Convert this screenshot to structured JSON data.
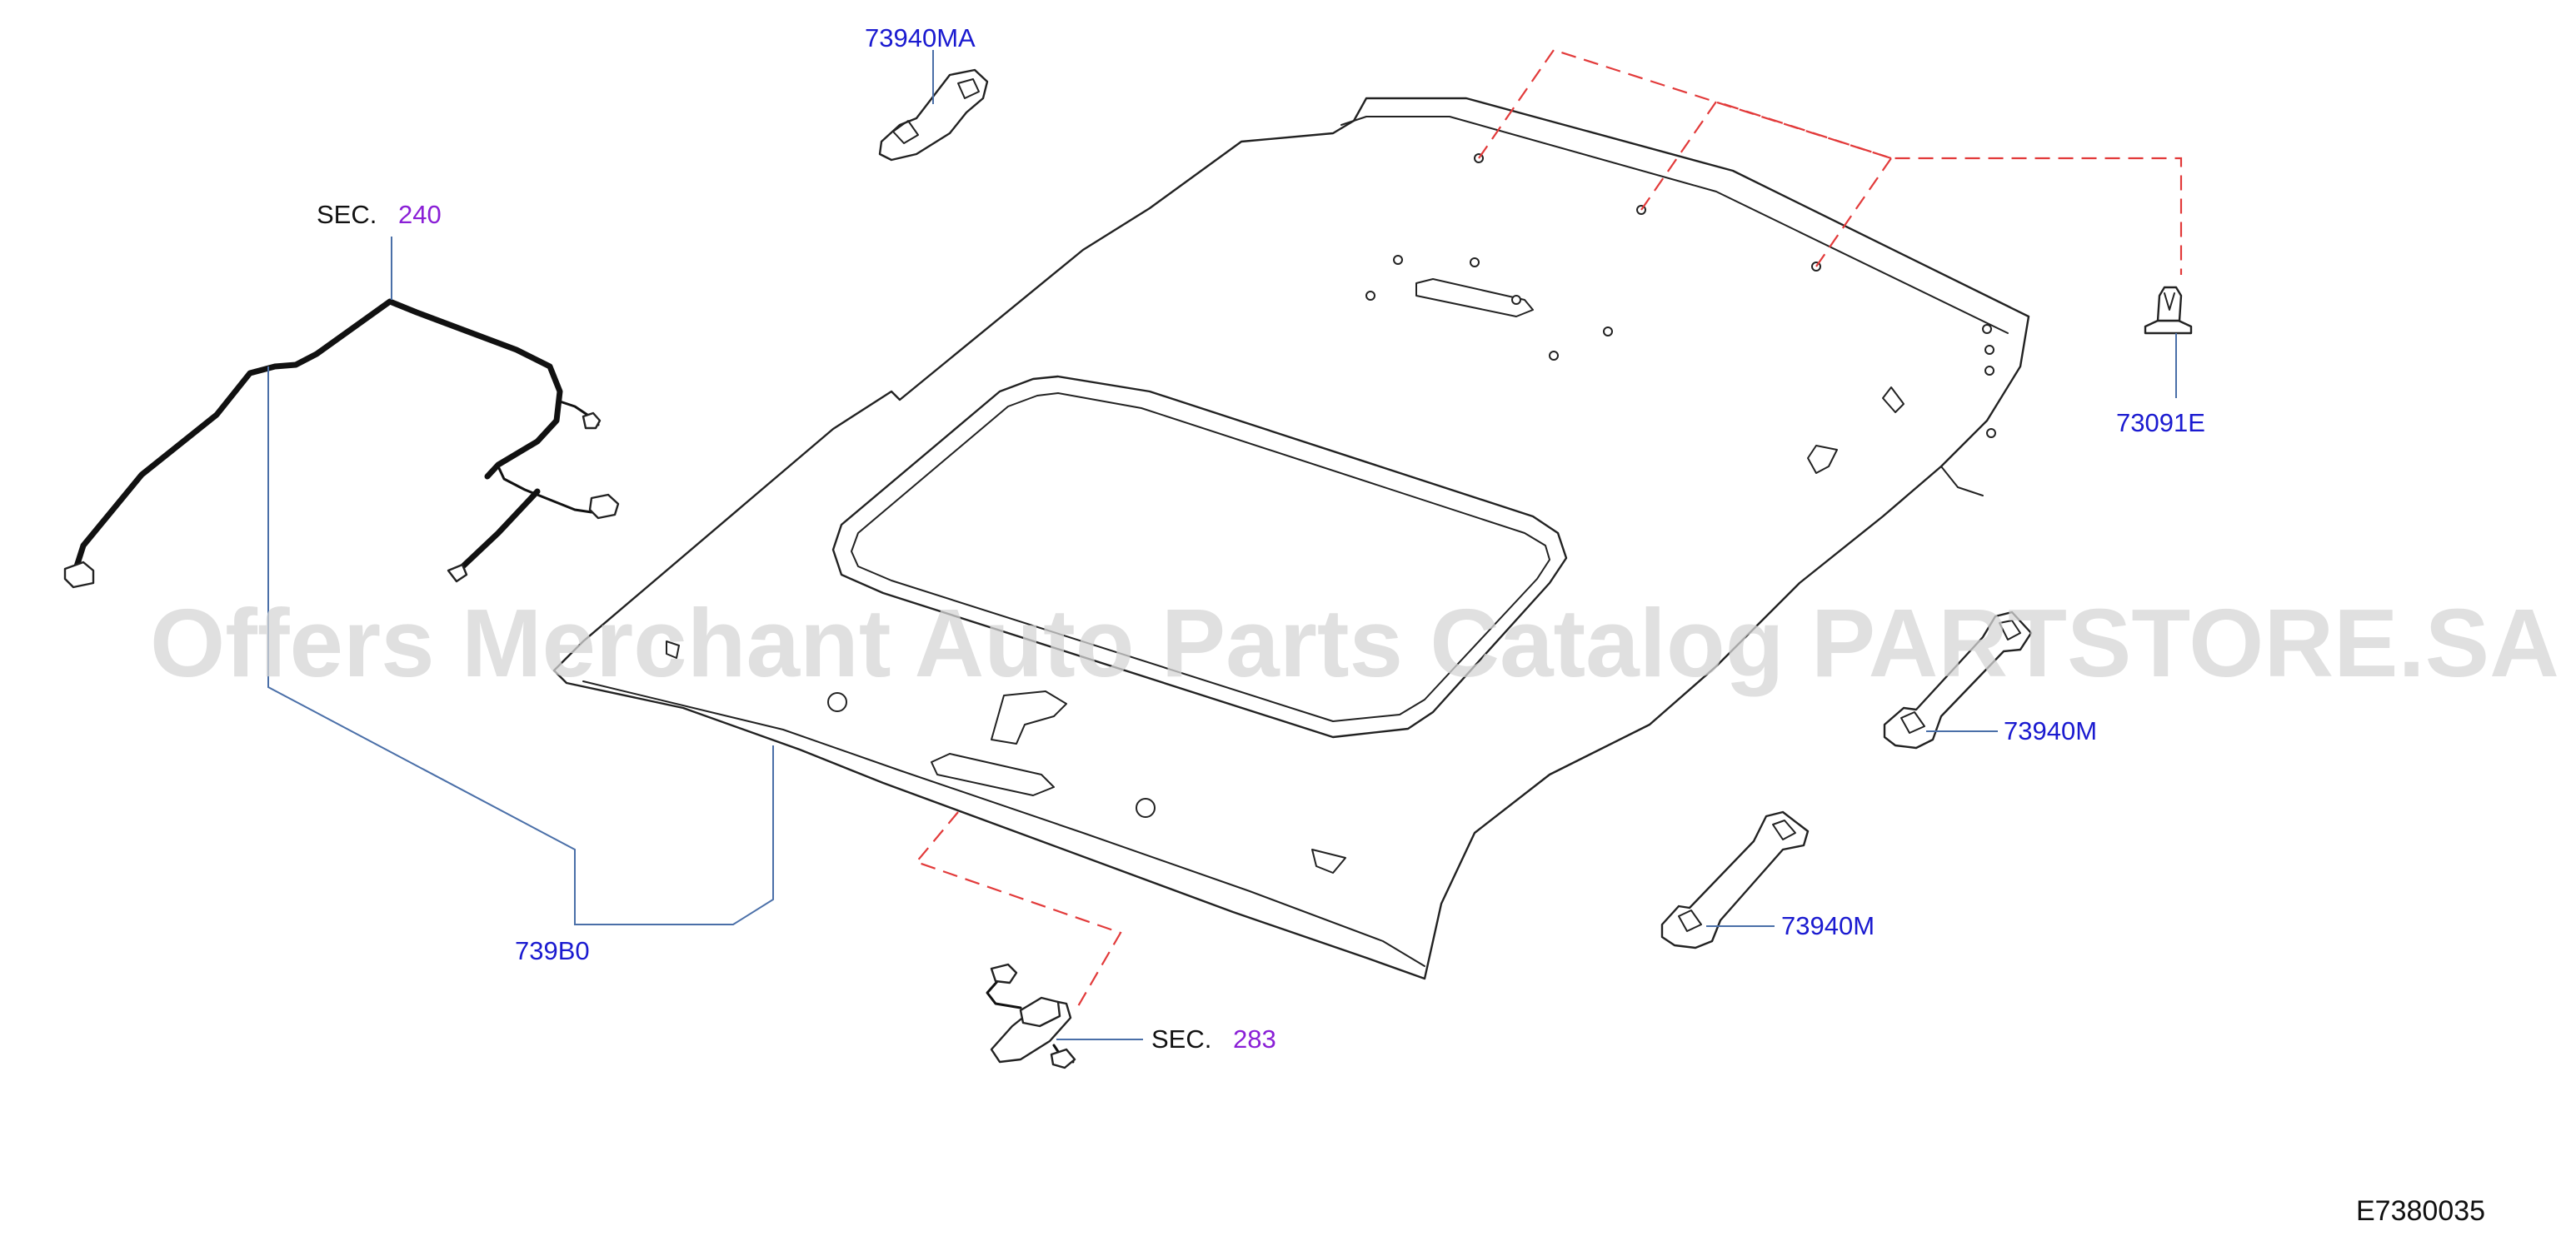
{
  "watermark": "Offers Merchant Auto Parts Catalog PARTSTORE.SA",
  "diagram_code": "E7380035",
  "callouts": {
    "grip_front": "73940MA",
    "clip": "73091E",
    "grip_rear_upper": "73940M",
    "grip_rear_lower": "73940M",
    "headlining": "739B0",
    "harness_sec_prefix": "SEC.",
    "harness_sec_number": "240",
    "lamp_sec_prefix": "SEC.",
    "lamp_sec_number": "283"
  },
  "colors": {
    "part_number": "#1a1ad0",
    "section_number": "#8a1fd6",
    "leader_line": "#4a6fa8",
    "phantom_line": "#e23a3a",
    "watermark": "#d6d6d6"
  }
}
